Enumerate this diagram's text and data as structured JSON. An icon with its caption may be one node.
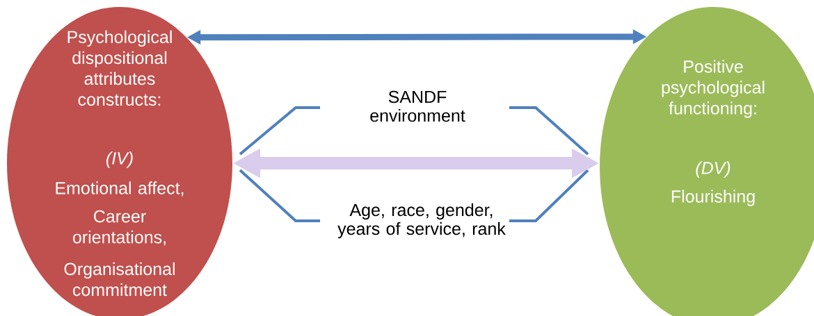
{
  "diagram": {
    "nodes": [
      {
        "text": [
          "Psychological dispositional attributes constructs:",
          "(IV)",
          "Emotional affect,",
          "Career orientations,",
          "Organisational commitment"
        ]
      },
      {
        "text": [
          "Positive psychological functioning:",
          "(DV)",
          "Flourishing"
        ]
      }
    ],
    "edges": [
      {
        "from": 0,
        "to": 1,
        "arrow": "both",
        "color": "#4f81bd"
      },
      {
        "from": 0,
        "to": 1,
        "arrow": "both",
        "style": "thick",
        "color": "#d9ccec"
      }
    ],
    "labels": [
      "SANDF environment",
      "Age, race, gender, years of service, rank"
    ]
  }
}
